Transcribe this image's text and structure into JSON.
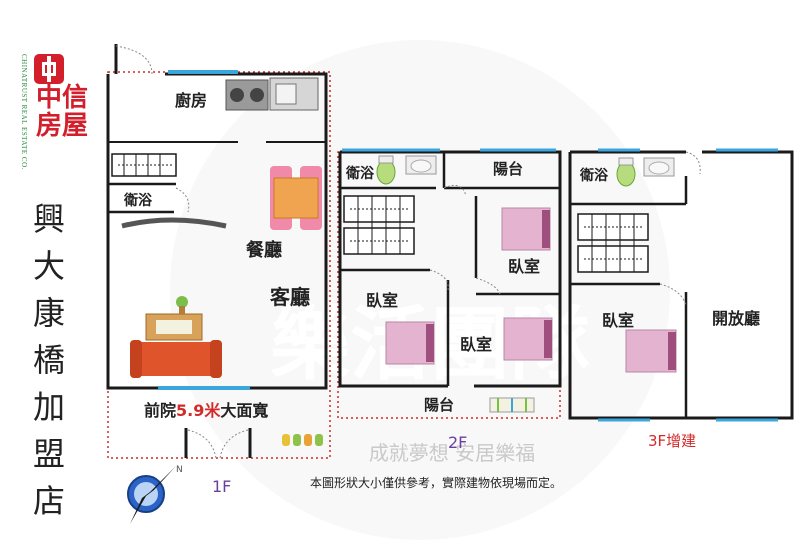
{
  "brand": {
    "name_cn": "中信房屋",
    "name_en": "CHINATRUST REAL ESTATE CO.",
    "store_name": "興大康橋加盟店"
  },
  "watermark": {
    "main": "樂活團隊",
    "slogan": "成就夢想 安居樂福"
  },
  "floors": {
    "f1": {
      "label": "1F",
      "rooms": {
        "kitchen": "廚房",
        "bath": "衛浴",
        "dining": "餐廳",
        "living": "客廳"
      },
      "front_yard": {
        "prefix": "前院",
        "width_value": "5.9",
        "width_unit": "米",
        "suffix": "大面寬"
      }
    },
    "f2": {
      "label": "2F",
      "rooms": {
        "bath": "衛浴",
        "balcony_top": "陽台",
        "bedroom_a": "臥室",
        "bedroom_b": "臥室",
        "bedroom_c": "臥室",
        "balcony_bottom": "陽台"
      }
    },
    "f3": {
      "label": "3F增建",
      "rooms": {
        "bath": "衛浴",
        "bedroom": "臥室",
        "open_hall": "開放廳"
      }
    }
  },
  "disclaimer": "本圖形狀大小僅供參考，實際建物依現場而定。",
  "colors": {
    "wall": "#1a1a1a",
    "window": "#3aa6dc",
    "red_dotted": "#cc2a2a",
    "bed": "#e3b3cf",
    "sofa": "#e0542b",
    "table": "#f1a450",
    "label_purple": "#6a3fa0",
    "label_red": "#d42a2a"
  }
}
